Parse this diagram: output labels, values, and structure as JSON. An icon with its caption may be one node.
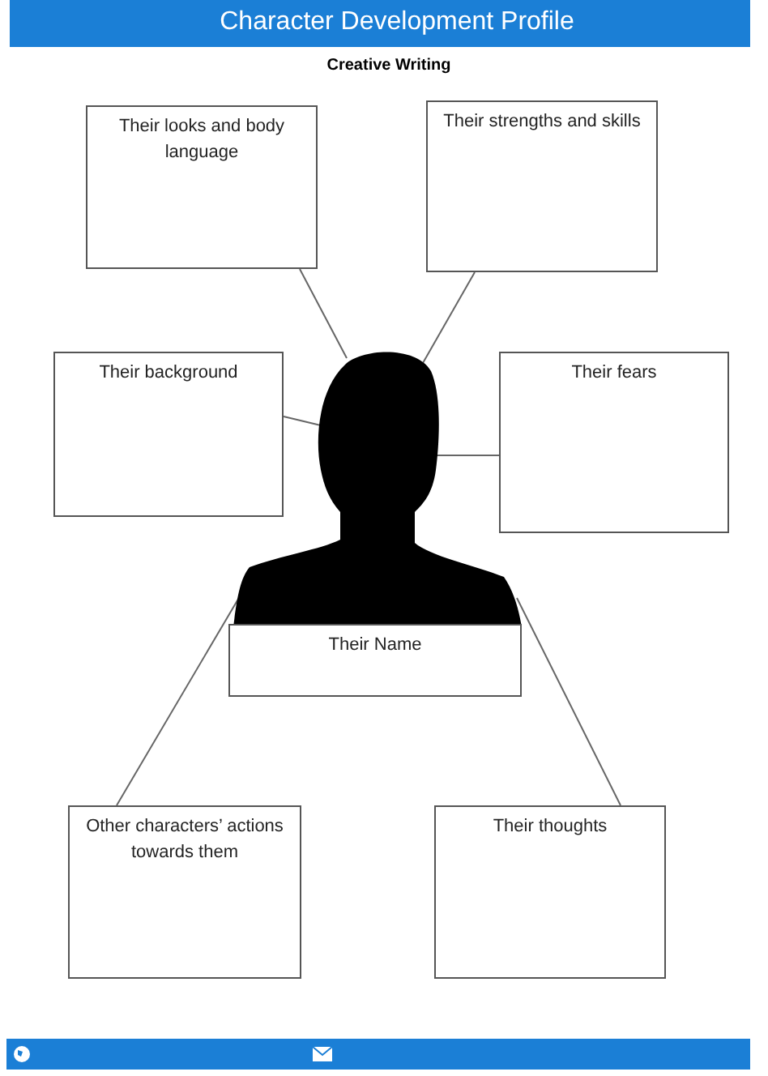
{
  "diagram": {
    "title": "Character Development Profile",
    "nodes": [
      {
        "text": [
          "Their looks and body language"
        ]
      },
      {
        "text": [
          "Their strengths and skills"
        ]
      },
      {
        "text": [
          "Their background"
        ]
      },
      {
        "text": [],
        "shape": "person"
      },
      {
        "text": [
          "Their fears"
        ]
      },
      {
        "text": [
          "Their Name"
        ]
      },
      {
        "text": [
          "Other characters’ actions towards them"
        ]
      },
      {
        "text": [
          "Their thoughts"
        ]
      }
    ],
    "edges": [
      {
        "from": 0,
        "to": 3,
        "arrow": "none"
      },
      {
        "from": 1,
        "to": 3,
        "arrow": "none"
      },
      {
        "from": 2,
        "to": 3,
        "arrow": "none"
      },
      {
        "from": 4,
        "to": 3,
        "arrow": "none"
      },
      {
        "from": 6,
        "to": 3,
        "arrow": "none"
      },
      {
        "from": 7,
        "to": 3,
        "arrow": "none"
      }
    ],
    "labels": [
      "Creative Writing"
    ]
  }
}
